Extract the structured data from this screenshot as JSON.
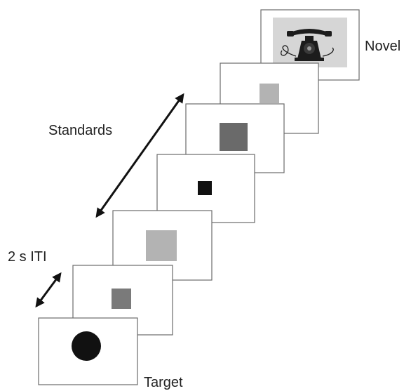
{
  "labels": {
    "novel": "Novel",
    "standards": "Standards",
    "iti": "2 s ITI",
    "target": "Target"
  },
  "colors": {
    "frame_border": "#6b6b6b",
    "arrow": "#111111",
    "target_stimulus": "#111111",
    "standard_light": "#b3b3b3",
    "standard_dark": "#6a6a6a",
    "standard_small_black": "#111111",
    "standard_mid_gray": "#7a7a7a",
    "novel_background": "#d6d6d6",
    "phone": "#1c1c1c"
  },
  "icons": {
    "novel_image": "rotary-telephone"
  }
}
